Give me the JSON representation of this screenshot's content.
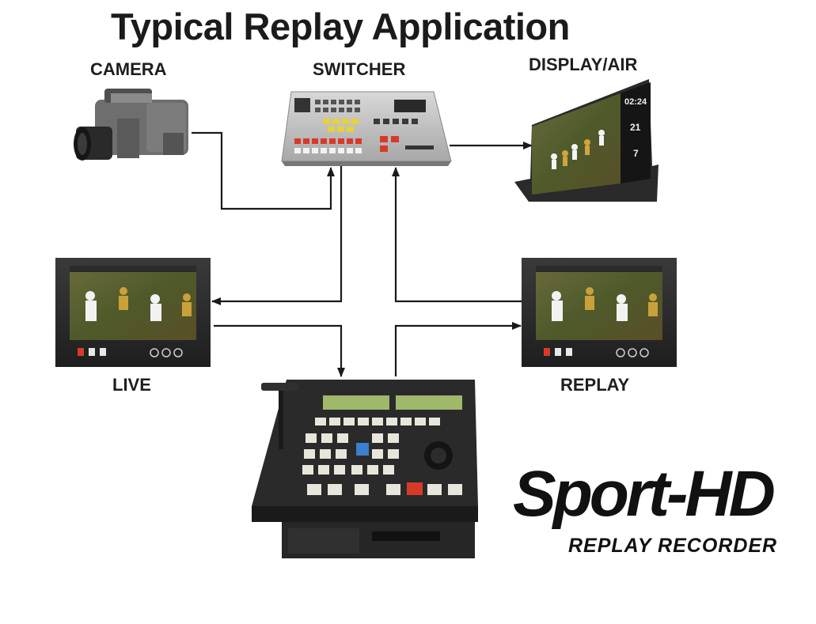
{
  "title": "Typical Replay Application",
  "nodes": {
    "camera": "CAMERA",
    "switcher": "SWITCHER",
    "display": "DISPLAY/AIR",
    "live": "LIVE",
    "replay": "REPLAY"
  },
  "logo": {
    "name": "Sport-HD",
    "tagline": "REPLAY RECORDER"
  },
  "screens": {
    "display_score": [
      "02:24",
      "21",
      "7"
    ]
  },
  "colors": {
    "line": "#1a1a1a",
    "text": "#1e1e1e",
    "key_blue": "#3a7fd0",
    "key_red": "#d83a2a",
    "key_yellow": "#e6d23a"
  }
}
